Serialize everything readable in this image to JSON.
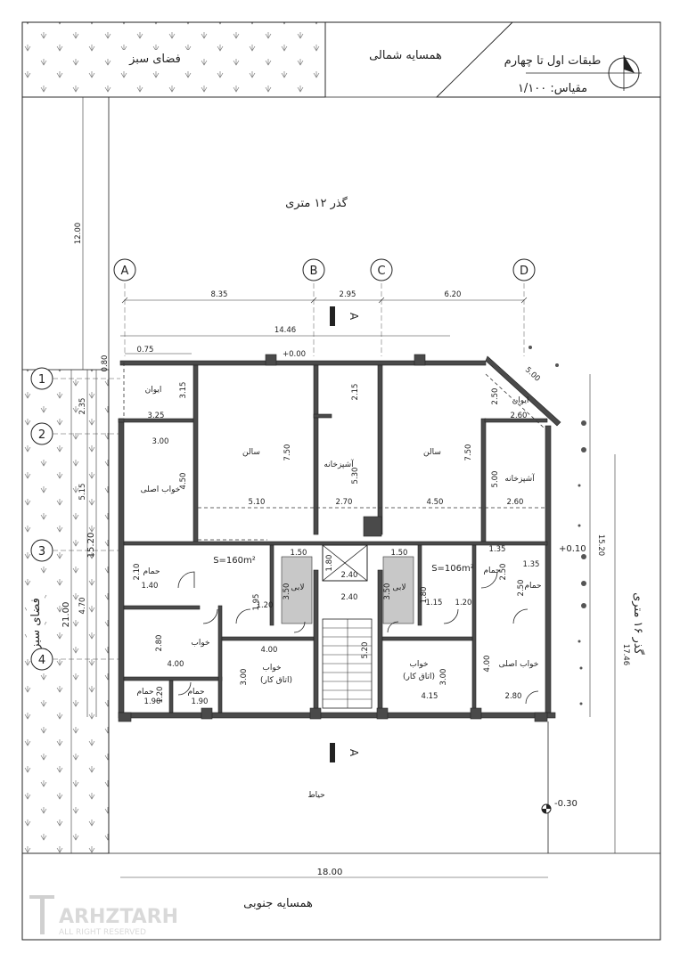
{
  "title": {
    "floors": "طبقات اول تا چهارم",
    "scale": "مقیاس: ۱/۱۰۰"
  },
  "neighbors": {
    "north": "همسایه شمالی",
    "south": "همسایه جنوبی",
    "green_top": "فضای سبز",
    "green_left": "فضای سبز"
  },
  "streets": {
    "north_street": "گذر ۱۲ متری",
    "east_street": "گذر ۱۶ متری"
  },
  "yard": "حیاط",
  "grid_axes": [
    "A",
    "B",
    "C",
    "D"
  ],
  "grid_rows": [
    "1",
    "2",
    "3",
    "4"
  ],
  "section_mark": "A",
  "dimensions": {
    "ab": "8.35",
    "bc": "2.95",
    "cd": "6.20",
    "overall_width": "14.46",
    "setback_top": "12.00",
    "d_075": "0.75",
    "d_000": "+0.00",
    "d_080": "0.80",
    "r12": "2.35",
    "r23": "5.15",
    "r34": "4.70",
    "r_total": "15.20",
    "left_total": "21.00",
    "right_1520": "15.20",
    "right_1746": "17.46",
    "bottom_total": "18.00",
    "corner_500": "5.00",
    "lvl_010": "+0.10",
    "lvl_030": "-0.30",
    "d_315": "3.15",
    "d_325": "3.25",
    "d_300": "3.00",
    "d_450a": "4.50",
    "d_750a": "7.50",
    "d_510": "5.10",
    "d_215": "2.15",
    "d_530": "5.30",
    "d_270": "2.70",
    "d_750b": "7.50",
    "d_450b": "4.50",
    "d_250a": "2.50",
    "d_260a": "2.60",
    "d_500": "5.00",
    "d_260b": "2.60",
    "d_210": "2.10",
    "d_140": "1.40",
    "d_150a": "1.50",
    "d_350a": "3.50",
    "d_180": "1.80",
    "d_240": "2.40",
    "d_150b": "1.50",
    "d_350b": "3.50",
    "d_135a": "1.35",
    "d_250b": "2.50",
    "d_135b": "1.35",
    "d_250c": "2.50",
    "d_195": "1.95",
    "d_120a": "1.20",
    "d_240b": "2.40",
    "d_115": "1.15",
    "d_120b": "1.20",
    "d_280a": "2.80",
    "d_400a": "4.00",
    "d_400b": "4.00",
    "d_300b": "3.00",
    "d_520": "5.20",
    "d_300c": "3.00",
    "d_415": "4.15",
    "d_400c": "4.00",
    "d_280b": "2.80",
    "d_190a": "1.90",
    "d_190b": "1.90",
    "d_120c": "1.20",
    "d_180b": "1.80"
  },
  "rooms": {
    "ivan_left": "ایوان",
    "ivan_right": "ایوان",
    "salon_left": "سالن",
    "salon_right": "سالن",
    "kitchen_left": "آشپزخانه",
    "kitchen_right": "آشپزخانه",
    "master_left": "خواب اصلی",
    "master_right": "خواب اصلی",
    "bath_1": "حمام",
    "bath_2": "حمام",
    "bath_3": "حمام",
    "bath_4": "حمام",
    "bath_5": "حمام",
    "lobby_left": "لابی",
    "lobby_right": "لابی",
    "bed_left": "خواب",
    "bed_mid": "خواب",
    "bed_mid_sub": "(اتاق کار)",
    "bed_right": "خواب",
    "bed_right_sub": "(اتاق کار)",
    "area_left": "S=160m²",
    "area_right": "S=106m²"
  },
  "watermark": {
    "brand": "ARHZTARH",
    "rights": "ALL RIGHT RESERVED"
  }
}
